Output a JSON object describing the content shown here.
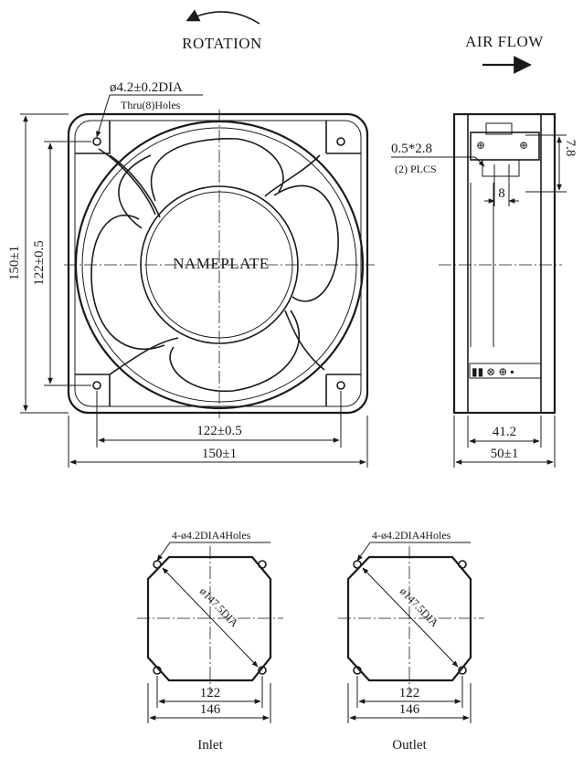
{
  "top_labels": {
    "rotation": "ROTATION",
    "air_flow": "AIR FLOW"
  },
  "front_view": {
    "hole_callout": "ø4.2±0.2DIA",
    "hole_callout_sub": "Thru(8)Holes",
    "nameplate": "NAMEPLATE",
    "dim_height_outer": "150±1",
    "dim_height_inner": "122±0.5",
    "dim_width_inner": "122±0.5",
    "dim_width_outer": "150±1"
  },
  "side_view": {
    "terminal_callout": "0.5*2.8",
    "terminal_callout_sub": "(2) PLCS",
    "dim_terminal_height": "7.8",
    "dim_terminal_width": "8",
    "dim_inner_depth": "41.2",
    "dim_outer_depth": "50±1"
  },
  "inlet_view": {
    "hole_callout": "4-ø4.2DIA4Holes",
    "diameter": "ø147.5DIA",
    "dim_inner": "122",
    "dim_outer": "146",
    "caption": "Inlet"
  },
  "outlet_view": {
    "hole_callout": "4-ø4.2DIA4Holes",
    "diameter": "ø147.5DIA",
    "dim_inner": "122",
    "dim_outer": "146",
    "caption": "Outlet"
  }
}
